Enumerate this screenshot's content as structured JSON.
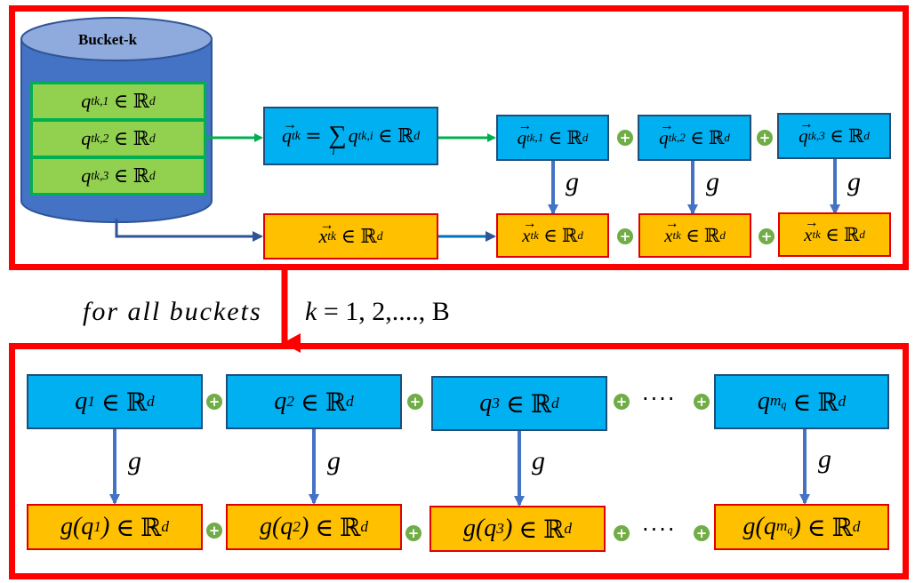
{
  "top_panel": {
    "bucket_label": "Bucket-k",
    "bucket_items": [
      {
        "base": "q",
        "sub": "tk,1",
        "rel": "∈",
        "set": "ℝ",
        "sup": "d"
      },
      {
        "base": "q",
        "sub": "tk,2",
        "rel": "∈",
        "set": "ℝ",
        "sup": "d"
      },
      {
        "base": "q",
        "sub": "tk,3",
        "rel": "∈",
        "set": "ℝ",
        "sup": "d"
      }
    ],
    "sum_box": {
      "lhs": "q",
      "lhs_sub": "tk",
      "eq": "=",
      "sum": "∑",
      "sum_index": "i",
      "term": "q",
      "term_sub": "tk,i",
      "rel": "∈",
      "set": "ℝ",
      "sup": "d"
    },
    "x_box": {
      "base": "x",
      "sub": "tk",
      "rel": "∈",
      "set": "ℝ",
      "sup": "d"
    },
    "q_vectors": [
      {
        "base": "q",
        "sub": "tk,1",
        "rel": "∈",
        "set": "ℝ",
        "sup": "d"
      },
      {
        "base": "q",
        "sub": "tk,2",
        "rel": "∈",
        "set": "ℝ",
        "sup": "d"
      },
      {
        "base": "q",
        "sub": "tk,3",
        "rel": "∈",
        "set": "ℝ",
        "sup": "d"
      }
    ],
    "x_vectors": [
      {
        "base": "x",
        "sub": "tk",
        "rel": "∈",
        "set": "ℝ",
        "sup": "d"
      },
      {
        "base": "x",
        "sub": "tk",
        "rel": "∈",
        "set": "ℝ",
        "sup": "d"
      },
      {
        "base": "x",
        "sub": "tk",
        "rel": "∈",
        "set": "ℝ",
        "sup": "d"
      }
    ],
    "g_label": "g",
    "plus": "+"
  },
  "caption": {
    "text": "for all buckets",
    "k": "k",
    "eq": "=",
    "range": "1, 2,...., B"
  },
  "bottom_panel": {
    "queries": [
      {
        "base": "q",
        "sub": "1",
        "rel": "∈",
        "set": "ℝ",
        "sup": "d"
      },
      {
        "base": "q",
        "sub": "2",
        "rel": "∈",
        "set": "ℝ",
        "sup": "d"
      },
      {
        "base": "q",
        "sub": "3",
        "rel": "∈",
        "set": "ℝ",
        "sup": "d"
      },
      {
        "base": "q",
        "sub": "m",
        "subsub": "q",
        "rel": "∈",
        "set": "ℝ",
        "sup": "d"
      }
    ],
    "outputs": [
      {
        "fn": "g(",
        "base": "q",
        "sub": "1",
        "close": ")",
        "rel": "∈",
        "set": "ℝ",
        "sup": "d"
      },
      {
        "fn": "g(",
        "base": "q",
        "sub": "2",
        "close": ")",
        "rel": "∈",
        "set": "ℝ",
        "sup": "d"
      },
      {
        "fn": "g(",
        "base": "q",
        "sub": "3",
        "close": ")",
        "rel": "∈",
        "set": "ℝ",
        "sup": "d"
      },
      {
        "fn": "g(",
        "base": "q",
        "sub": "m",
        "subsub": "q",
        "close": ")",
        "rel": "∈",
        "set": "ℝ",
        "sup": "d"
      }
    ],
    "g_label": "g",
    "dots": "····",
    "plus": "+"
  },
  "colors": {
    "frame": "#ff0000",
    "blue_box": "#00b0f0",
    "orange_box": "#ffc000",
    "green_item": "#92d050",
    "bucket": "#4472c4",
    "arrow_green": "#00b050",
    "arrow_blue": "#4472c4",
    "plus_icon": "#70ad47"
  }
}
